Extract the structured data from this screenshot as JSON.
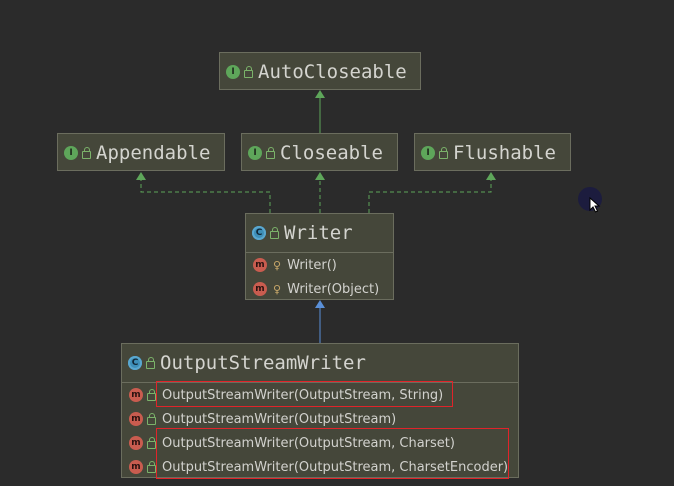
{
  "diagram": {
    "nodes": {
      "autocloseable": {
        "badge": "I",
        "name": "AutoCloseable"
      },
      "appendable": {
        "badge": "I",
        "name": "Appendable"
      },
      "closeable": {
        "badge": "I",
        "name": "Closeable"
      },
      "flushable": {
        "badge": "I",
        "name": "Flushable"
      },
      "writer": {
        "badge": "C",
        "name": "Writer",
        "methods": [
          "Writer()",
          "Writer(Object)"
        ]
      },
      "outputstreamwriter": {
        "badge": "C",
        "name": "OutputStreamWriter",
        "methods": [
          "OutputStreamWriter(OutputStream, String)",
          "OutputStreamWriter(OutputStream)",
          "OutputStreamWriter(OutputStream, Charset)",
          "OutputStreamWriter(OutputStream, CharsetEncoder)"
        ]
      }
    },
    "method_badge": "m",
    "colors": {
      "background": "#2b2b2b",
      "node_fill": "#45473a",
      "interface_edge": "#5ea65a",
      "class_edge": "#5a8fd8",
      "highlight": "#e0242a"
    }
  }
}
